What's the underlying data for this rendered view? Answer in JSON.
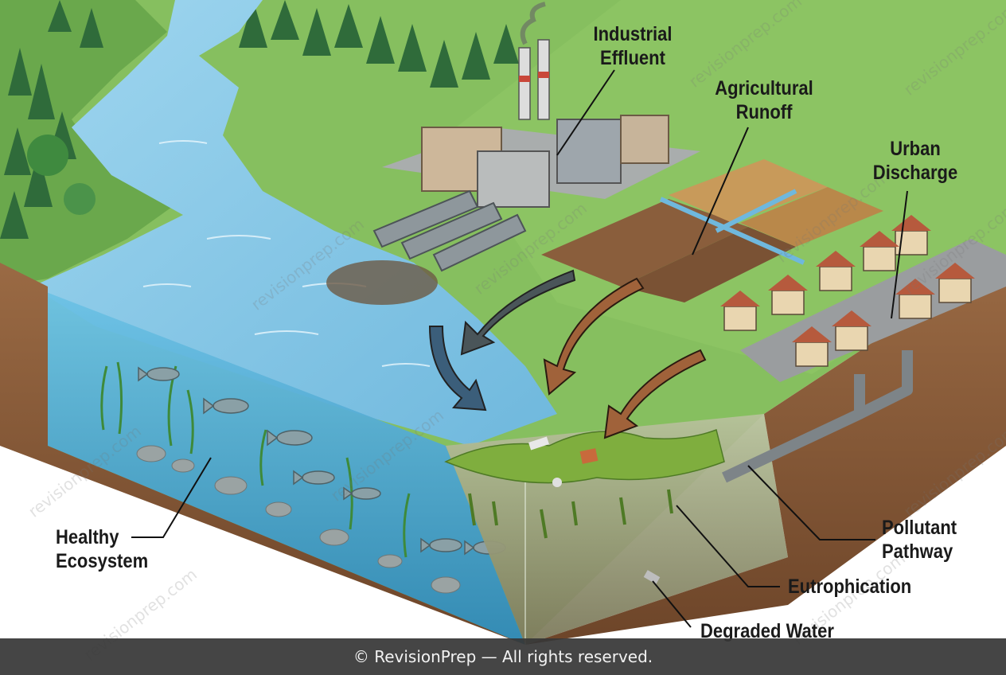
{
  "labels": {
    "industrial_effluent": [
      "Industrial",
      "Effluent"
    ],
    "agricultural_runoff": [
      "Agricultural",
      "Runoff"
    ],
    "urban_discharge": [
      "Urban",
      "Discharge"
    ],
    "healthy_ecosystem": [
      "Healthy",
      "Ecosystem"
    ],
    "pollutant_pathway": [
      "Pollutant",
      "Pathway"
    ],
    "eutrophication": "Eutrophication",
    "degraded_water": "Degraded Water"
  },
  "watermark": "revisionprep.com",
  "footer": "© RevisionPrep — All rights reserved.",
  "colors": {
    "river": "#7ec3e3",
    "grass": "#7cb65a",
    "soil": "#8a5a3b",
    "healthy_water": "#5fb7d9",
    "degraded_water": "#9fa78a",
    "algae": "#6fa33a"
  }
}
